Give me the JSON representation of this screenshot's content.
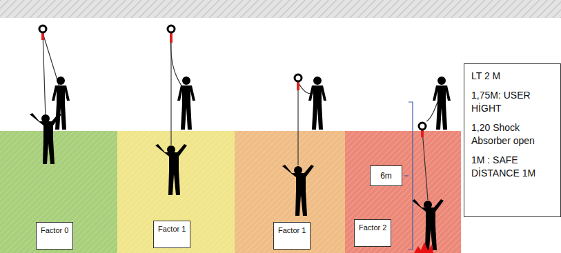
{
  "diagram": {
    "nodes": [
      {
        "text": [
          "LT 2 M",
          "1,75M: USER HİGHT",
          "1,20 Shock Absorber open",
          "1M : SAFE DİSTANCE 1M"
        ]
      },
      {
        "text": [
          "6m"
        ]
      },
      {
        "text": [
          "Factor 0"
        ]
      },
      {
        "text": [
          "Factor 1"
        ]
      },
      {
        "text": [
          "Factor 1"
        ]
      },
      {
        "text": [
          "Factor 2"
        ]
      }
    ]
  }
}
